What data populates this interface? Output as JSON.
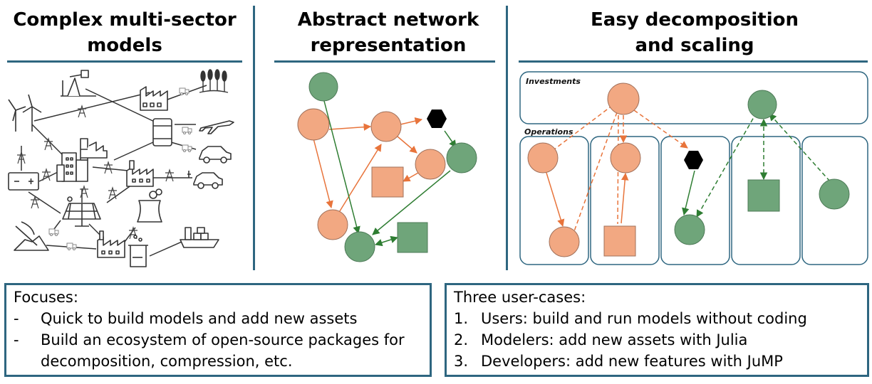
{
  "panels": {
    "left_title": "Complex multi-sector models",
    "middle_title": "Abstract network representation",
    "right_title": "Easy decomposition and scaling"
  },
  "decomp": {
    "investments_label": "Investments",
    "operations_label": "Operations"
  },
  "focuses": {
    "title": "Focuses:",
    "items": [
      {
        "bullet": "-",
        "text": "Quick to build models and add new assets"
      },
      {
        "bullet": "-",
        "text": "Build an ecosystem of open-source packages for decomposition, compression, etc."
      }
    ]
  },
  "user_cases": {
    "title": "Three user-cases:",
    "items": [
      {
        "bullet": "1.",
        "text": "Users: build and run models without coding"
      },
      {
        "bullet": "2.",
        "text": "Modelers: add new assets with Julia"
      },
      {
        "bullet": "3.",
        "text": "Developers: add new features with JuMP"
      }
    ]
  },
  "colors": {
    "accent": "#2e6680",
    "node_orange": "#f2a882",
    "node_green": "#6fa57a",
    "edge_orange": "#e8743b",
    "edge_green": "#2e7d32",
    "icon_line": "#333333"
  },
  "icons": [
    "wind-turbine-icon",
    "oil-pump-icon",
    "factory-icon",
    "wheat-icon",
    "transmission-tower-icon",
    "city-icon",
    "battery-icon",
    "oil-barrel-icon",
    "airplane-icon",
    "car-icon",
    "electric-car-icon",
    "solar-panel-icon",
    "cooling-tower-icon",
    "mining-icon",
    "lab-beaker-icon",
    "cargo-ship-icon",
    "truck-icon"
  ]
}
